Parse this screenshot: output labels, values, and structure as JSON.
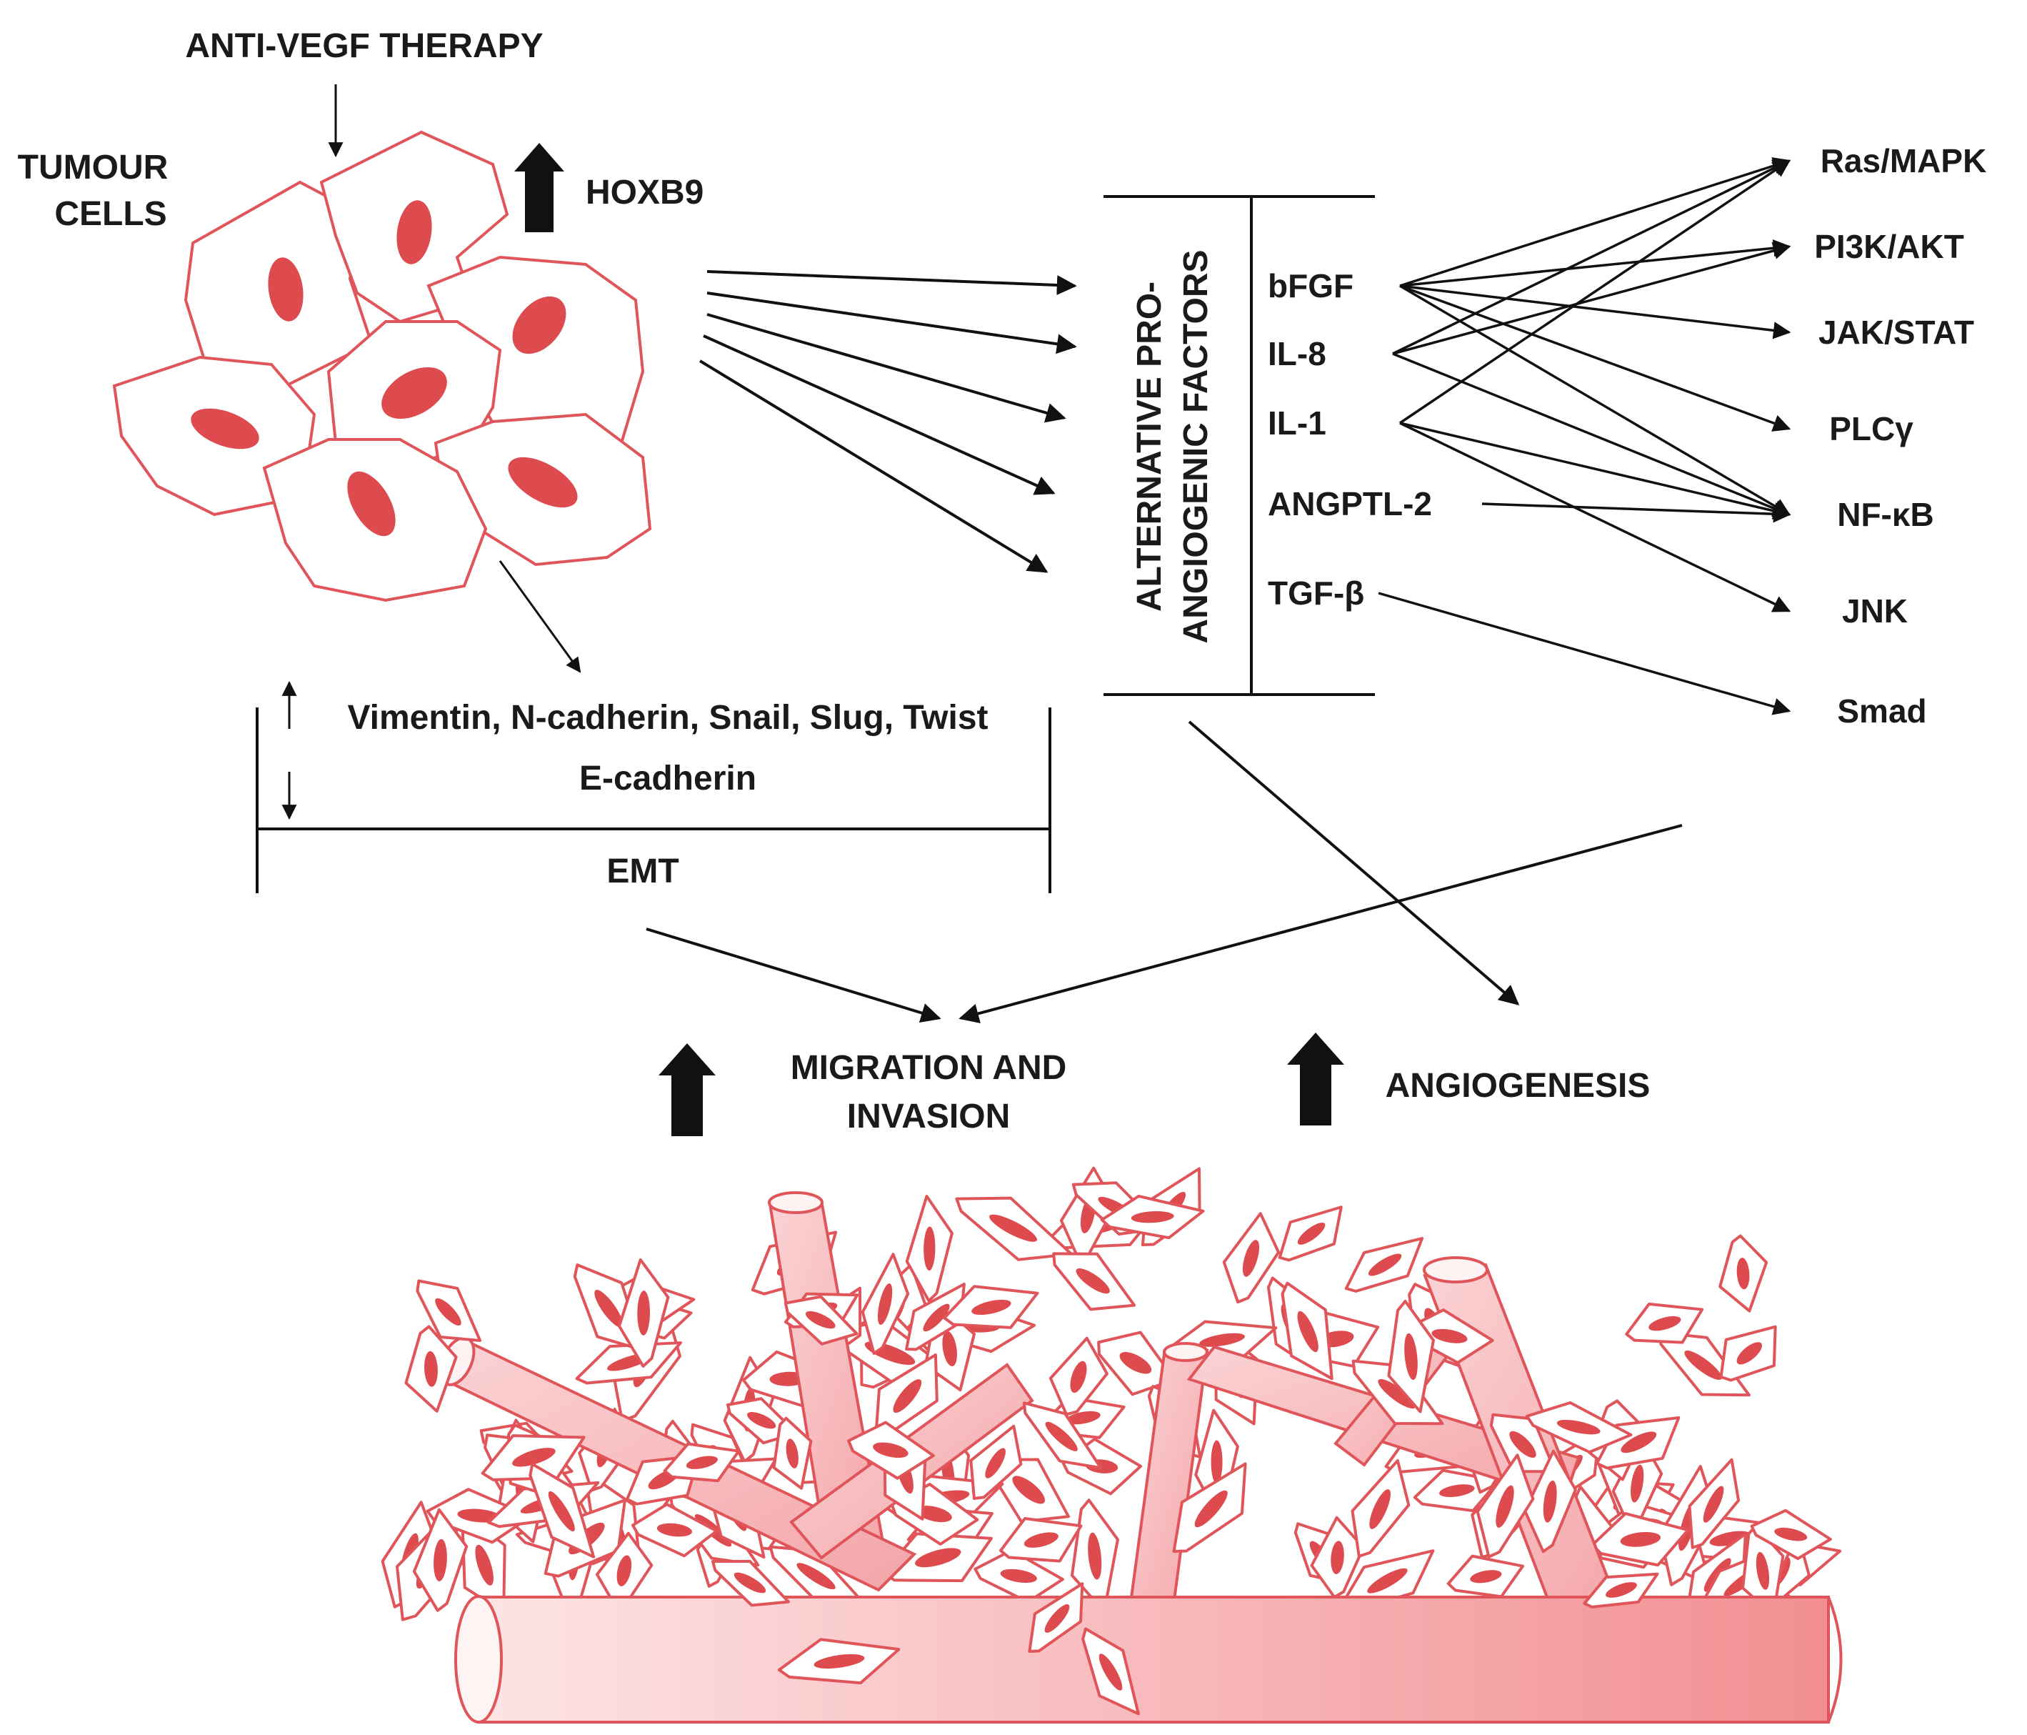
{
  "colors": {
    "cell_stroke": "#e0555a",
    "cell_fill": "#ffffff",
    "nucleus": "#de4b4f",
    "vessel_light": "#fde2e3",
    "vessel_dark": "#f28c8f",
    "text": "#1a1a1a",
    "line": "#111111"
  },
  "labels": {
    "anti_vegf": "ANTI-VEGF THERAPY",
    "tumour_line1": "TUMOUR",
    "tumour_line2": "CELLS",
    "hoxb9": "HOXB9",
    "factors_line1": "ALTERNATIVE PRO-",
    "factors_line2": "ANGIOGENIC FACTORS",
    "emt_markers_up": "Vimentin, N-cadherin, Snail, Slug, Twist",
    "emt_markers_down": "E-cadherin",
    "emt": "EMT",
    "migration_line1": "MIGRATION AND",
    "migration_line2": "INVASION",
    "angiogenesis": "ANGIOGENESIS"
  },
  "factors": [
    "bFGF",
    "IL-8",
    "IL-1",
    "ANGPTL-2",
    "TGF-β"
  ],
  "pathways": [
    "Ras/MAPK",
    "PI3K/AKT",
    "JAK/STAT",
    "PLCγ",
    "NF-κB",
    "JNK",
    "Smad"
  ],
  "connections": [
    [
      "bFGF",
      "Ras/MAPK"
    ],
    [
      "bFGF",
      "PI3K/AKT"
    ],
    [
      "bFGF",
      "JAK/STAT"
    ],
    [
      "bFGF",
      "PLCγ"
    ],
    [
      "bFGF",
      "NF-κB"
    ],
    [
      "IL-8",
      "Ras/MAPK"
    ],
    [
      "IL-8",
      "PI3K/AKT"
    ],
    [
      "IL-8",
      "NF-κB"
    ],
    [
      "IL-1",
      "Ras/MAPK"
    ],
    [
      "IL-1",
      "NF-κB"
    ],
    [
      "IL-1",
      "JNK"
    ],
    [
      "ANGPTL-2",
      "NF-κB"
    ],
    [
      "TGF-β",
      "Smad"
    ]
  ]
}
